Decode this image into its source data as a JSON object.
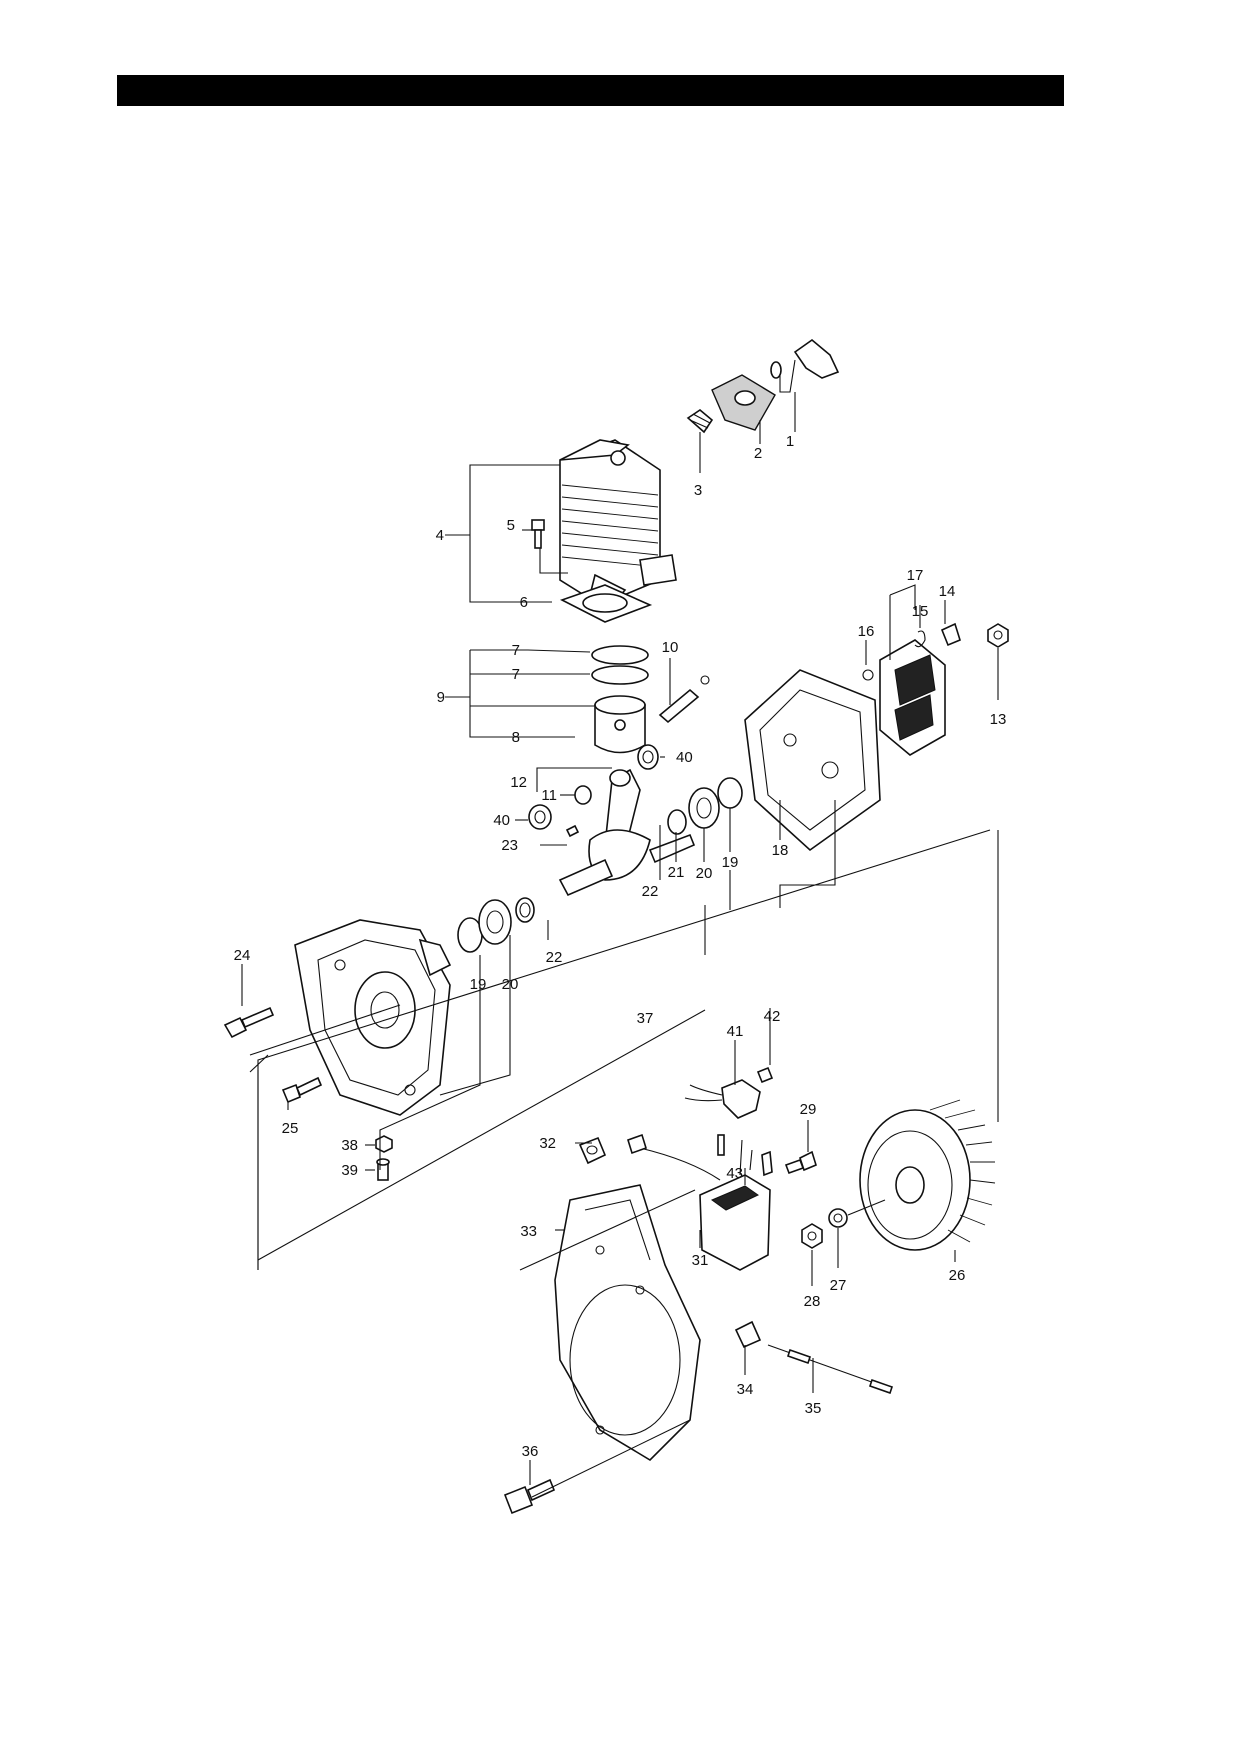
{
  "colors": {
    "header_bar": "#000000",
    "ink": "#111111",
    "background": "#ffffff"
  },
  "diagram": {
    "labels": {
      "p1": "1",
      "p2": "2",
      "p3": "3",
      "p4": "4",
      "p5": "5",
      "p6": "6",
      "p7a": "7",
      "p7b": "7",
      "p8": "8",
      "p9": "9",
      "p10": "10",
      "p11": "11",
      "p12": "12",
      "p13": "13",
      "p14": "14",
      "p15": "15",
      "p16": "16",
      "p17": "17",
      "p18": "18",
      "p19a": "19",
      "p19b": "19",
      "p20a": "20",
      "p20b": "20",
      "p21": "21",
      "p22a": "22",
      "p22b": "22",
      "p23": "23",
      "p24": "24",
      "p25": "25",
      "p26": "26",
      "p27": "27",
      "p28": "28",
      "p29": "29",
      "p31": "31",
      "p32": "32",
      "p33": "33",
      "p34": "34",
      "p35": "35",
      "p36": "36",
      "p37": "37",
      "p38": "38",
      "p39": "39",
      "p40a": "40",
      "p40b": "40",
      "p41": "41",
      "p42": "42",
      "p43": "43"
    }
  }
}
